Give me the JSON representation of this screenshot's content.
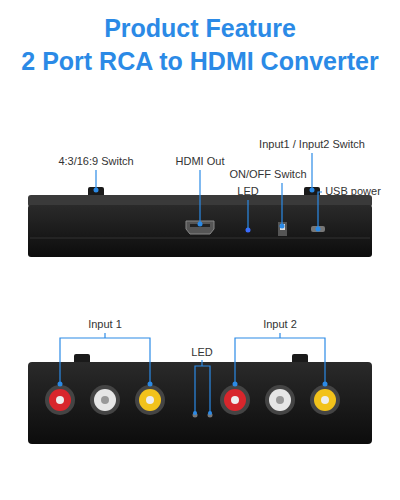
{
  "diagram": {
    "title": "Product Feature",
    "labels": [
      "2 Port RCA to HDMI Converter",
      "4:3/16:9 Switch",
      "HDMI Out",
      "Input1 / Input2 Switch",
      "ON/OFF Switch",
      "LED",
      "USB power",
      "Input 1",
      "LED",
      "Input 2"
    ]
  }
}
